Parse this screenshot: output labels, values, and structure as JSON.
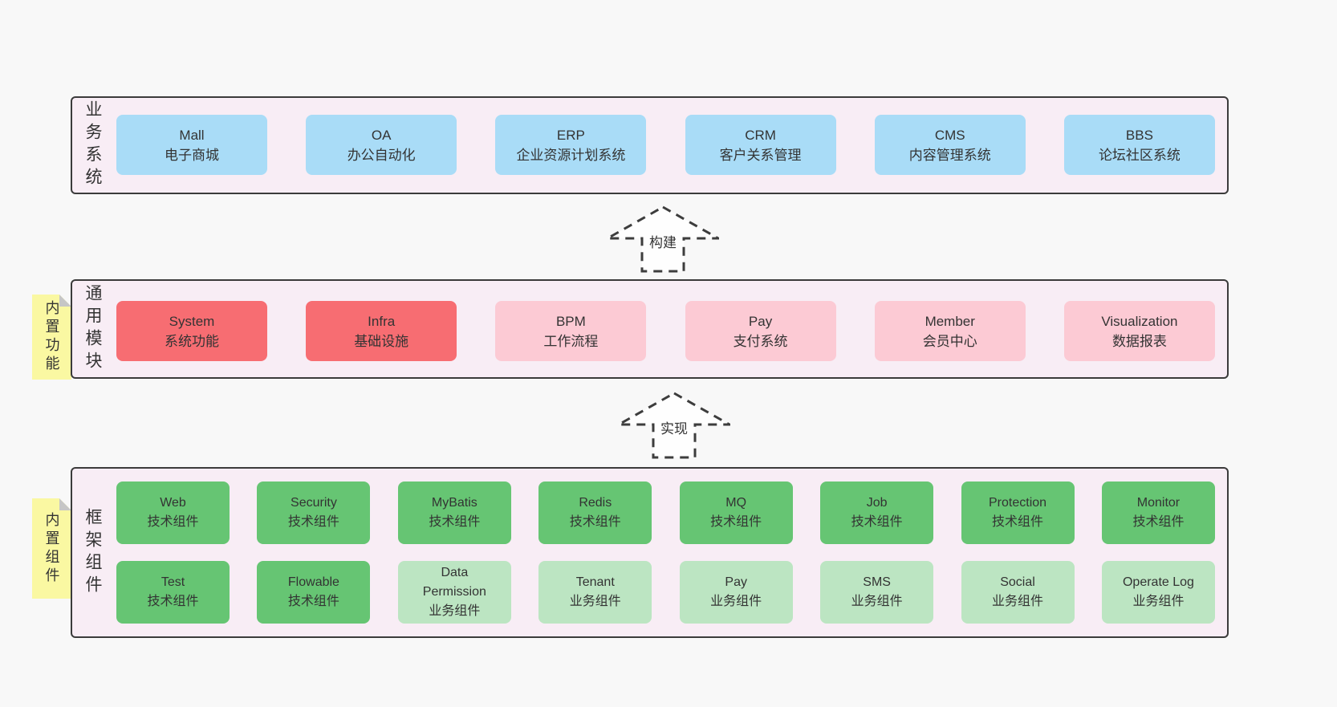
{
  "diagram": {
    "layers": [
      {
        "label": "业务系统",
        "boxes": [
          {
            "name": "Mall",
            "sub": "电子商城"
          },
          {
            "name": "OA",
            "sub": "办公自动化"
          },
          {
            "name": "ERP",
            "sub": "企业资源计划系统"
          },
          {
            "name": "CRM",
            "sub": "客户关系管理"
          },
          {
            "name": "CMS",
            "sub": "内容管理系统"
          },
          {
            "name": "BBS",
            "sub": "论坛社区系统"
          }
        ]
      },
      {
        "label": "通用模块",
        "sticky": "内置功能",
        "boxes": [
          {
            "name": "System",
            "sub": "系统功能"
          },
          {
            "name": "Infra",
            "sub": "基础设施"
          },
          {
            "name": "BPM",
            "sub": "工作流程"
          },
          {
            "name": "Pay",
            "sub": "支付系统"
          },
          {
            "name": "Member",
            "sub": "会员中心"
          },
          {
            "name": "Visualization",
            "sub": "数据报表"
          }
        ]
      },
      {
        "label": "框架组件",
        "sticky": "内置组件",
        "rows": [
          [
            {
              "name": "Web",
              "sub": "技术组件"
            },
            {
              "name": "Security",
              "sub": "技术组件"
            },
            {
              "name": "MyBatis",
              "sub": "技术组件"
            },
            {
              "name": "Redis",
              "sub": "技术组件"
            },
            {
              "name": "MQ",
              "sub": "技术组件"
            },
            {
              "name": "Job",
              "sub": "技术组件"
            },
            {
              "name": "Protection",
              "sub": "技术组件"
            },
            {
              "name": "Monitor",
              "sub": "技术组件"
            }
          ],
          [
            {
              "name": "Test",
              "sub": "技术组件"
            },
            {
              "name": "Flowable",
              "sub": "技术组件"
            },
            {
              "name": "Data Permission",
              "sub": "业务组件"
            },
            {
              "name": "Tenant",
              "sub": "业务组件"
            },
            {
              "name": "Pay",
              "sub": "业务组件"
            },
            {
              "name": "SMS",
              "sub": "业务组件"
            },
            {
              "name": "Social",
              "sub": "业务组件"
            },
            {
              "name": "Operate Log",
              "sub": "业务组件"
            }
          ]
        ]
      }
    ],
    "arrows": [
      {
        "label": "构建"
      },
      {
        "label": "实现"
      }
    ],
    "colors": {
      "business_box": "#A9DCF7",
      "core_module_box": "#F76D72",
      "optional_module_box": "#FCCAD4",
      "tech_component_box": "#66C573",
      "biz_component_box": "#BCE5C2",
      "sticky_note": "#FAF8A2",
      "panel_background": "#F8EDF5",
      "panel_border": "#3B3B3B",
      "text": "#333333",
      "page_background": "#F8F8F8"
    }
  }
}
